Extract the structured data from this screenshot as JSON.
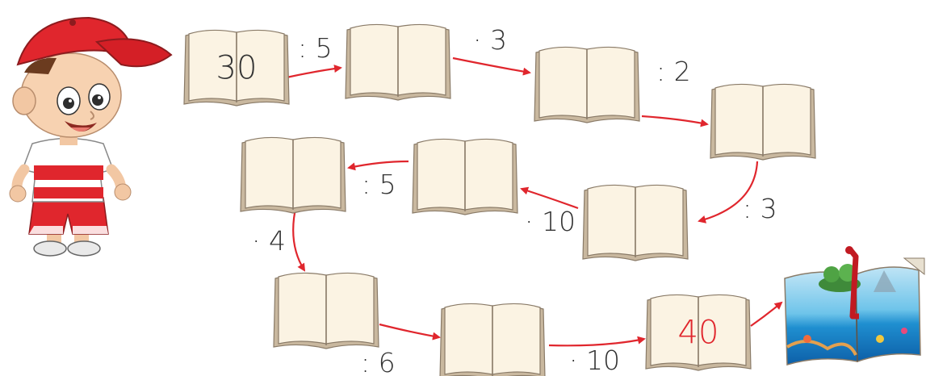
{
  "colors": {
    "arrow": "#e0262d",
    "book_fill": "#fbf3e3",
    "book_edge": "#8a7b68",
    "book_shadow": "#c9b89f",
    "text": "#333333",
    "result_text": "#e0262d"
  },
  "character": {
    "icon": "boy-with-red-cap"
  },
  "books": [
    {
      "id": "book-1",
      "value": "30",
      "value_color": "text"
    },
    {
      "id": "book-2",
      "value": ""
    },
    {
      "id": "book-3",
      "value": ""
    },
    {
      "id": "book-4",
      "value": ""
    },
    {
      "id": "book-5",
      "value": ""
    },
    {
      "id": "book-6",
      "value": ""
    },
    {
      "id": "book-7",
      "value": ""
    },
    {
      "id": "book-8",
      "value": ""
    },
    {
      "id": "book-9",
      "value": ""
    },
    {
      "id": "book-10",
      "value": "40",
      "value_color": "result_text"
    }
  ],
  "operations": [
    {
      "from": "book-1",
      "to": "book-2",
      "label": ": 5"
    },
    {
      "from": "book-2",
      "to": "book-3",
      "label": "· 3"
    },
    {
      "from": "book-3",
      "to": "book-4",
      "label": ": 2"
    },
    {
      "from": "book-4",
      "to": "book-5",
      "label": ": 3"
    },
    {
      "from": "book-5",
      "to": "book-6",
      "label": "· 10"
    },
    {
      "from": "book-6",
      "to": "book-7",
      "label": ": 5"
    },
    {
      "from": "book-7",
      "to": "book-8",
      "label": "· 4"
    },
    {
      "from": "book-8",
      "to": "book-9",
      "label": ": 6"
    },
    {
      "from": "book-9",
      "to": "book-10",
      "label": "· 10"
    }
  ],
  "final_book": {
    "icon": "open-picture-book-island"
  }
}
